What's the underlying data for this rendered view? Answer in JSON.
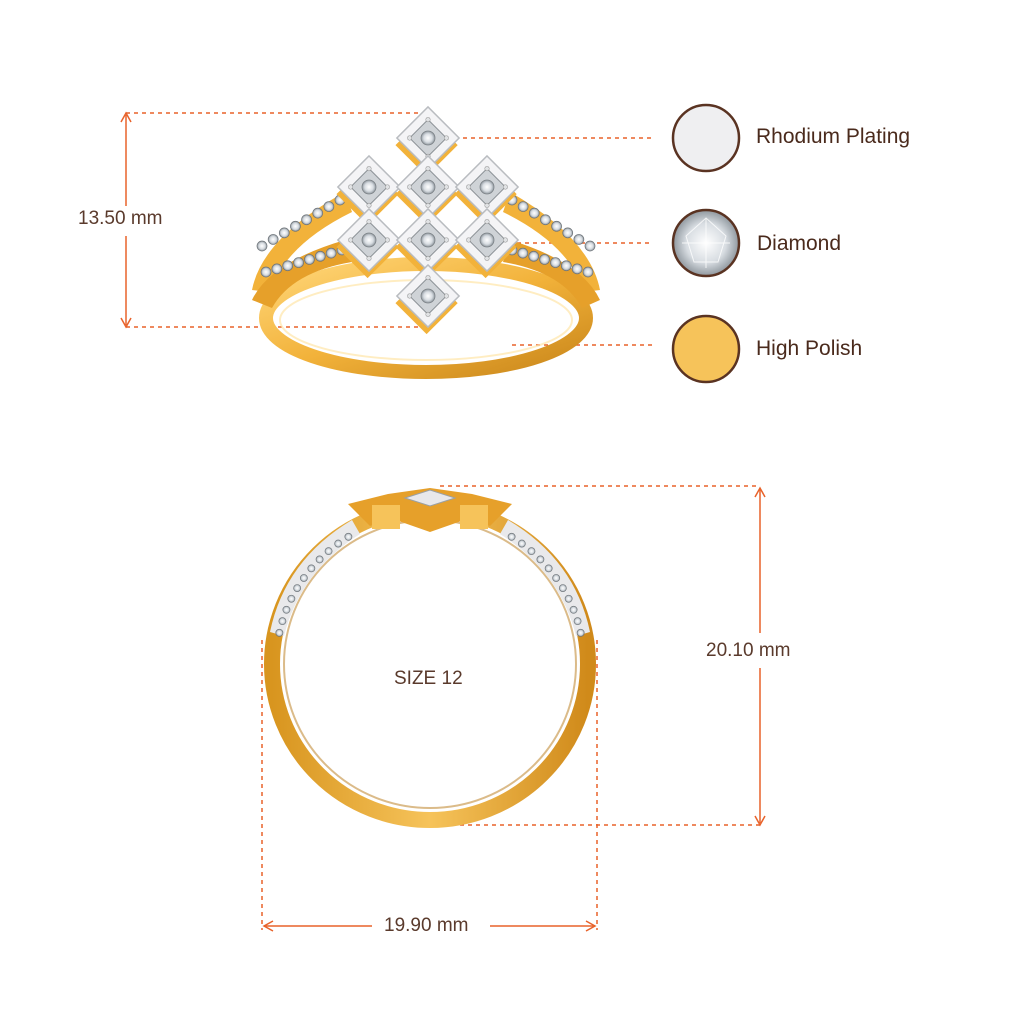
{
  "legend": [
    {
      "name": "Rhodium Plating",
      "swatch": "#efeff1",
      "icon": "rhodium-swatch-icon"
    },
    {
      "name": "Diamond",
      "swatch": "#d8dde2",
      "icon": "diamond-swatch-icon"
    },
    {
      "name": "High Polish",
      "swatch": "#f6c35a",
      "icon": "polish-swatch-icon"
    }
  ],
  "dimensions": {
    "height_top": "13.50 mm",
    "height_front": "20.10 mm",
    "width_front": "19.90 mm"
  },
  "size_label": "SIZE 12",
  "colors": {
    "gold": "#f2b23a",
    "gold_dark": "#c9861a",
    "gold_light": "#ffd77a",
    "white_metal": "#e8e8ea",
    "guide_line": "#e8622a",
    "text": "#4a2a1c",
    "swatch_border": "#5a3322"
  }
}
